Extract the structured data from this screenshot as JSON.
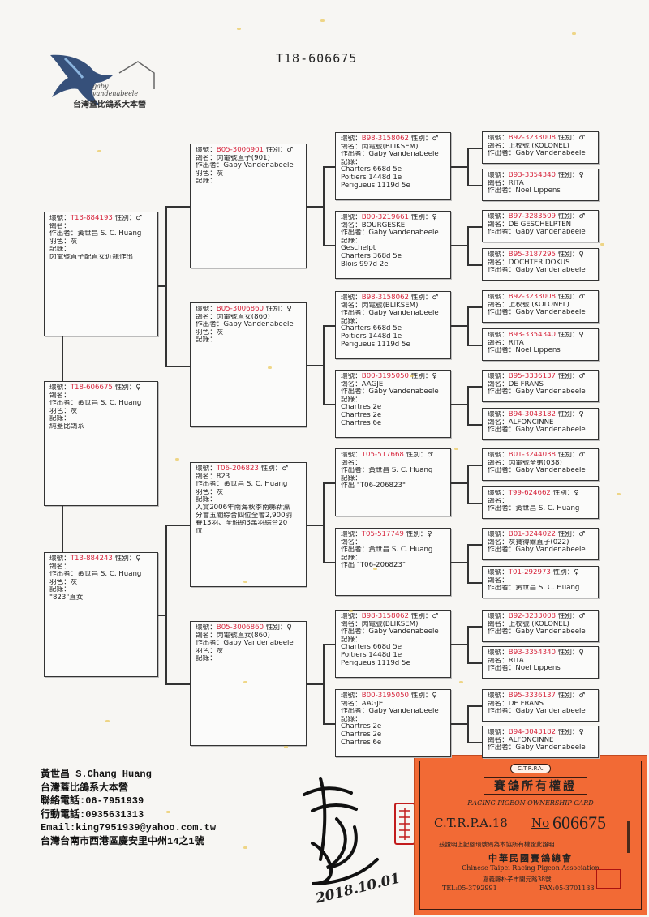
{
  "title": "T18-606675",
  "logo": {
    "signature": "gaby vandenabeele",
    "name": "台灣蓋比鴿系大本營"
  },
  "labels": {
    "ring": "環號：",
    "sex": "性別：",
    "name": "鴿名：",
    "breeder": "作出者：",
    "color": "羽色：",
    "notes": "記錄："
  },
  "subject": [
    {
      "ring": "T13-884193",
      "sex": "♂",
      "name": "",
      "breeder": "黃世昌 S. C. Huang",
      "color": "灰",
      "notes": [
        "閃電號直子配直女近親作出"
      ]
    },
    {
      "ring": "T18-606675",
      "sex": "♀",
      "name": "",
      "breeder": "黃世昌 S. C. Huang",
      "color": "灰",
      "notes": [
        "純蓋比鴿系"
      ]
    },
    {
      "ring": "T13-884243",
      "sex": "♀",
      "name": "",
      "breeder": "黃世昌 S. C. Huang",
      "color": "灰",
      "notes": [
        "\"823\"直女"
      ]
    }
  ],
  "parents": [
    {
      "ring": "B05-3006901",
      "sex": "♂",
      "name": "閃電號直子(901)",
      "breeder": "Gaby Vandenabeele",
      "color": "灰",
      "notes": []
    },
    {
      "ring": "B05-3006860",
      "sex": "♀",
      "name": "閃電號直女(860)",
      "breeder": "Gaby Vandenabeele",
      "color": "灰",
      "notes": []
    },
    {
      "ring": "T06-206823",
      "sex": "♂",
      "name": "823",
      "breeder": "黃世昌 S. C. Huang",
      "color": "灰",
      "notes": [
        "入賞2006年南海秋季南縣新瀛",
        "分會五關綜合四位全會2,900羽",
        "賽13羽、全船約3萬羽綜合20",
        "位"
      ]
    },
    {
      "ring": "B05-3006860",
      "sex": "♀",
      "name": "閃電號直女(860)",
      "breeder": "Gaby Vandenabeele",
      "color": "灰",
      "notes": []
    }
  ],
  "grandparents": [
    {
      "ring": "B98-3158062",
      "sex": "♂",
      "name": "閃電號(BLIKSEM)",
      "breeder": "Gaby Vandenabeele",
      "notes": [
        "Charters 668d 5e",
        "Poitiers 1448d 1e",
        "Perigueus 1119d 5e"
      ]
    },
    {
      "ring": "B00-3219661",
      "sex": "♀",
      "name": "BOURGESKE",
      "breeder": "Gaby Vandenabeele",
      "notes": [
        "Geschelpt",
        "Charters 368d 5e",
        "Blois 997d 2e"
      ]
    },
    {
      "ring": "B98-3158062",
      "sex": "♂",
      "name": "閃電號(BLIKSEM)",
      "breeder": "Gaby Vandenabeele",
      "notes": [
        "Charters 668d 5e",
        "Poitiers 1448d 1e",
        "Perigueus 1119d 5e"
      ]
    },
    {
      "ring": "B00-3195050",
      "sex": "♀",
      "name": "AAGJE",
      "breeder": "Gaby Vandenabeele",
      "notes": [
        "Chartres 2e",
        "Chartres 2e",
        "Chartres 6e"
      ]
    },
    {
      "ring": "T05-517668",
      "sex": "♂",
      "name": "",
      "breeder": "黃世昌 S. C. Huang",
      "notes": [
        "作出 \"T06-206823\""
      ]
    },
    {
      "ring": "T05-517749",
      "sex": "♀",
      "name": "",
      "breeder": "黃世昌 S. C. Huang",
      "notes": [
        "作出 \"T06-206823\""
      ]
    },
    {
      "ring": "B98-3158062",
      "sex": "♂",
      "name": "閃電號(BLIKSEM)",
      "breeder": "Gaby Vandenabeele",
      "notes": [
        "Charters 668d 5e",
        "Poitiers 1448d 1e",
        "Perigueus 1119d 5e"
      ]
    },
    {
      "ring": "B00-3195050",
      "sex": "♀",
      "name": "AAGJE",
      "breeder": "Gaby Vandenabeele",
      "notes": [
        "Chartres 2e",
        "Chartres 2e",
        "Chartres 6e"
      ]
    }
  ],
  "greatgrandparents": [
    {
      "ring": "B92-3233008",
      "sex": "♂",
      "name": "上校號 (KOLONEL)",
      "breeder": "Gaby Vandenabeele"
    },
    {
      "ring": "B93-3354340",
      "sex": "♀",
      "name": "RITA",
      "breeder": "Noel Lippens"
    },
    {
      "ring": "B97-3283509",
      "sex": "♂",
      "name": "DE GESCHELPTEN",
      "breeder": "Gaby Vandenabeele"
    },
    {
      "ring": "B95-3187295",
      "sex": "♀",
      "name": "DOCHTER DOKUS",
      "breeder": "Gaby Vandenabeele"
    },
    {
      "ring": "B92-3233008",
      "sex": "♂",
      "name": "上校號 (KOLONEL)",
      "breeder": "Gaby Vandenabeele"
    },
    {
      "ring": "B93-3354340",
      "sex": "♀",
      "name": "RITA",
      "breeder": "Noel Lippens"
    },
    {
      "ring": "B95-3336137",
      "sex": "♂",
      "name": "DE FRANS",
      "breeder": "Gaby Vandenabeele"
    },
    {
      "ring": "B94-3043182",
      "sex": "♀",
      "name": "ALFONCINNE",
      "breeder": "Gaby Vandenabeele"
    },
    {
      "ring": "B01-3244038",
      "sex": "♂",
      "name": "閃電號全弟(038)",
      "breeder": "Gaby Vandenabeele"
    },
    {
      "ring": "T99-624662",
      "sex": "♀",
      "name": "",
      "breeder": "黃世昌 S. C. Huang"
    },
    {
      "ring": "B01-3244022",
      "sex": "♂",
      "name": "灰寶得爾直子(022)",
      "breeder": "Gaby Vandenabeele"
    },
    {
      "ring": "T01-292973",
      "sex": "♀",
      "name": "",
      "breeder": "黃世昌 S. C. Huang"
    },
    {
      "ring": "B92-3233008",
      "sex": "♂",
      "name": "上校號 (KOLONEL)",
      "breeder": "Gaby Vandenabeele"
    },
    {
      "ring": "B93-3354340",
      "sex": "♀",
      "name": "RITA",
      "breeder": "Noel Lippens"
    },
    {
      "ring": "B95-3336137",
      "sex": "♂",
      "name": "DE FRANS",
      "breeder": "Gaby Vandenabeele"
    },
    {
      "ring": "B94-3043182",
      "sex": "♀",
      "name": "ALFONCINNE",
      "breeder": "Gaby Vandenabeele"
    }
  ],
  "contact": {
    "line1": "黃世昌 S.Chang Huang",
    "line2": "台灣蓋比鴿系大本營",
    "line3": "聯絡電話:06-7951939",
    "line4": "行動電話:0935631313",
    "line5": "Email:king7951939@yahoo.com.tw",
    "line6": "台灣台南市西港區慶安里中州14之1號"
  },
  "signature_date": "2018.10.01",
  "card": {
    "badge": "C.T.R.P.A.",
    "title": "賽鴿所有權證",
    "subtitle": "RACING PIGEON OWNERSHIP CARD",
    "code": "C.T.R.P.A.18",
    "no_label": "No",
    "number": "606675",
    "note": "茲證明上記腳環號碼為本協所有權證此證明",
    "org_cn": "中華民國賽鴿總會",
    "org_en": "Chinese Taipei Racing Pigeon Association",
    "address": "嘉義縣朴子市開元路38號",
    "tel": "TEL:05-3792991",
    "fax": "FAX:05-3701133"
  }
}
